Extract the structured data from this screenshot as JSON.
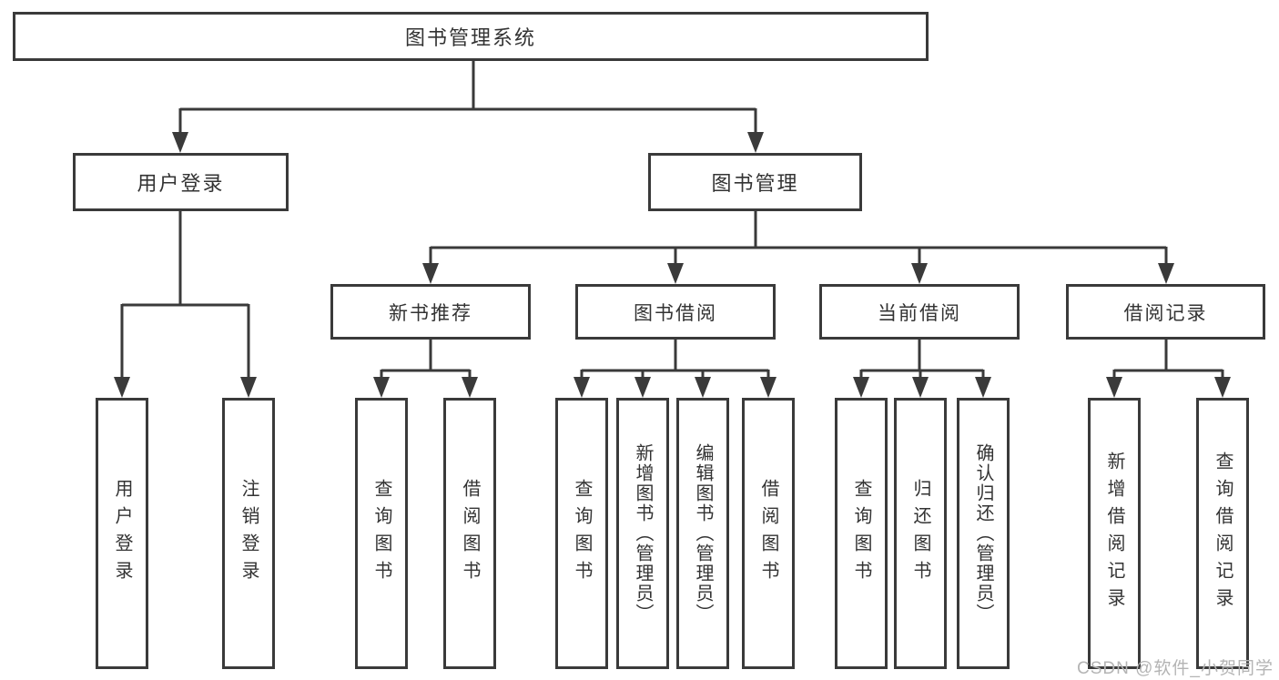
{
  "tree": {
    "root": "图书管理系统",
    "branches": [
      {
        "label": "用户登录",
        "children": [
          "用户登录",
          "注销登录"
        ]
      },
      {
        "label": "图书管理",
        "sections": [
          {
            "label": "新书推荐",
            "children": [
              "查询图书",
              "借阅图书"
            ]
          },
          {
            "label": "图书借阅",
            "children": [
              "查询图书",
              "新增图书（管理员）",
              "编辑图书（管理员）",
              "借阅图书"
            ]
          },
          {
            "label": "当前借阅",
            "children": [
              "查询图书",
              "归还图书",
              "确认归还（管理员）"
            ]
          },
          {
            "label": "借阅记录",
            "children": [
              "新增借阅记录",
              "查询借阅记录"
            ]
          }
        ]
      }
    ]
  },
  "watermark": "CSDN @软件_小贺同学",
  "colors": {
    "line": "#3a3a3a",
    "text": "#333333",
    "box_background": "#ffffff",
    "watermark": "#b4b4b4"
  }
}
